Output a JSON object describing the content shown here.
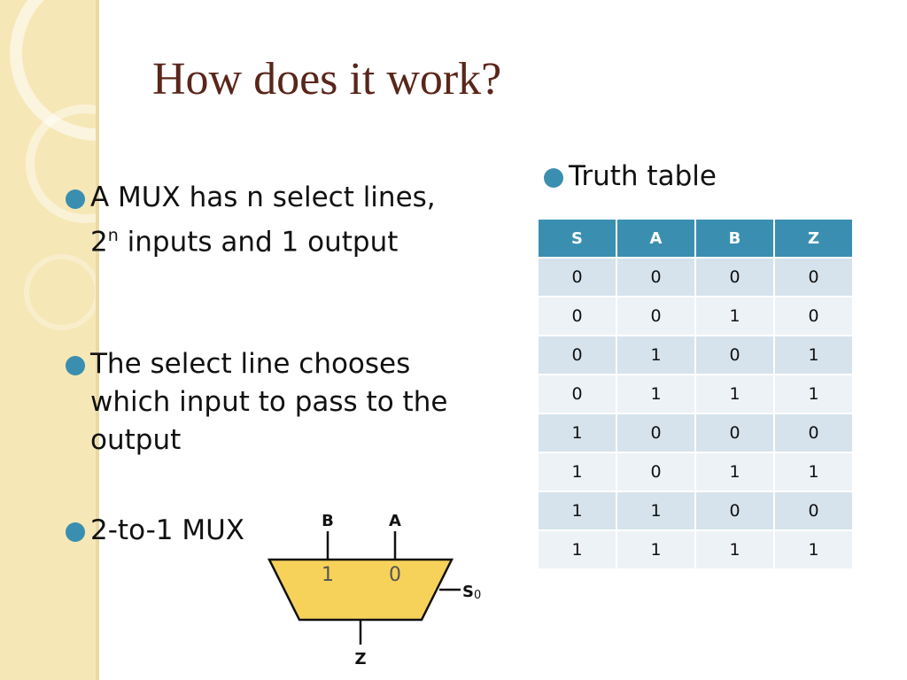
{
  "slide": {
    "title": "How does it work?",
    "bullets": [
      {
        "pre": "A MUX has n select lines, 2",
        "sup": "n",
        "post": " inputs and 1 output"
      },
      {
        "text": "The select line chooses which input to pass to the output"
      },
      {
        "text": "2-to-1 MUX"
      },
      {
        "text": "Truth table"
      }
    ]
  },
  "truth_table": {
    "headers": [
      "S",
      "A",
      "B",
      "Z"
    ],
    "rows": [
      [
        "0",
        "0",
        "0",
        "0"
      ],
      [
        "0",
        "0",
        "1",
        "0"
      ],
      [
        "0",
        "1",
        "0",
        "1"
      ],
      [
        "0",
        "1",
        "1",
        "1"
      ],
      [
        "1",
        "0",
        "0",
        "0"
      ],
      [
        "1",
        "0",
        "1",
        "1"
      ],
      [
        "1",
        "1",
        "0",
        "0"
      ],
      [
        "1",
        "1",
        "1",
        "1"
      ]
    ]
  },
  "mux_diagram": {
    "input_b": "B",
    "input_a": "A",
    "port_1": "1",
    "port_0": "0",
    "select": "S",
    "select_sub": "0",
    "output": "Z",
    "fill_color": "#f7d25a"
  },
  "colors": {
    "title": "#5a261a",
    "accent": "#3a8fb0",
    "side_strip": "#f6e7b6"
  }
}
